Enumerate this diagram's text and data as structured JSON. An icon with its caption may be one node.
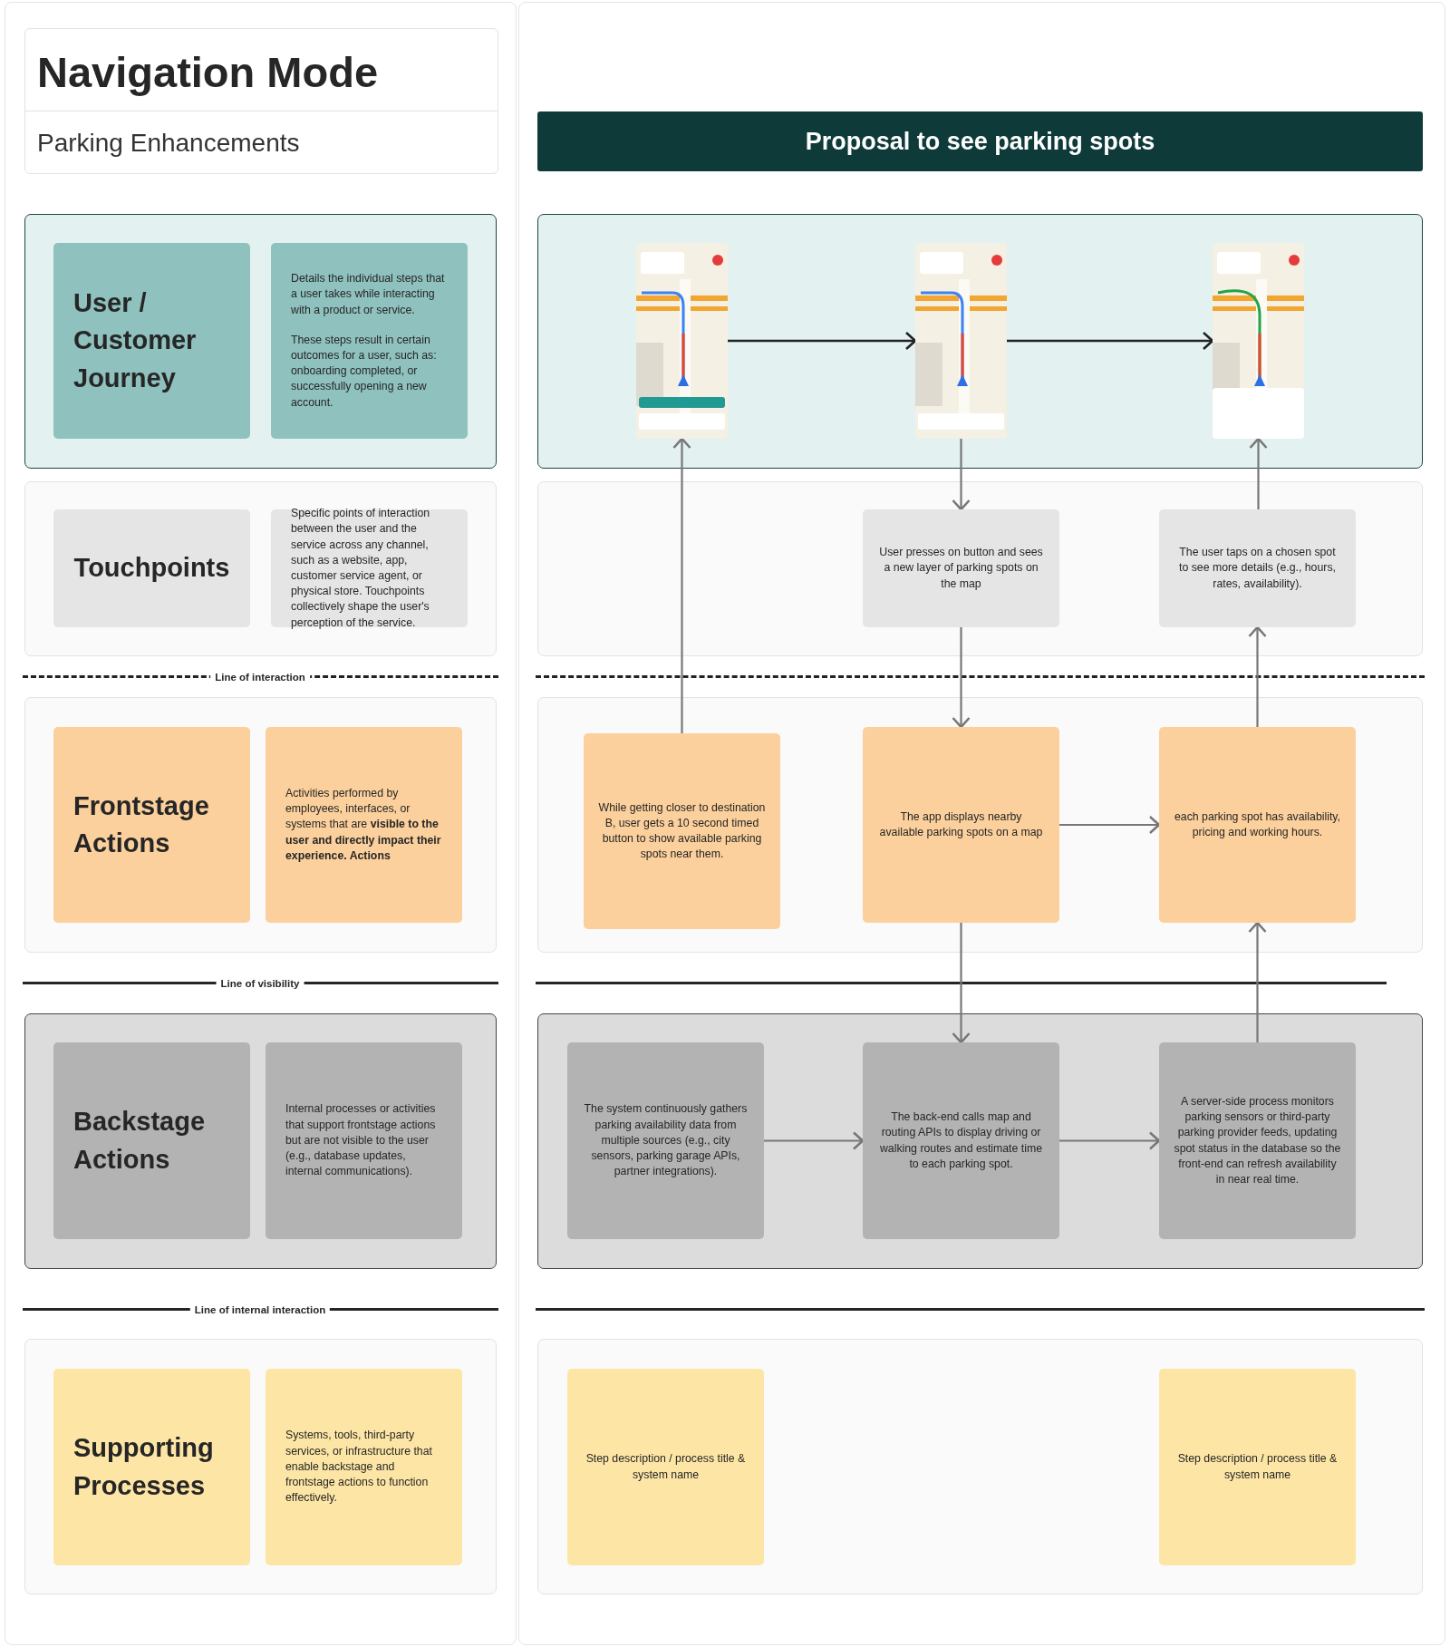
{
  "diagram": {
    "title": "Navigation Mode",
    "nodes": [
      {
        "text": [
          "Proposal to see parking spots"
        ]
      },
      {
        "text": [
          "User / Customer Journey"
        ]
      },
      {
        "text": [
          "Details the individual steps that a user takes while interacting with a product or service.",
          "These steps result in certain outcomes for a user, such as: onboarding completed, or successfully opening a new account."
        ]
      },
      {
        "text": [],
        "shape": "picture"
      },
      {
        "text": [],
        "shape": "picture"
      },
      {
        "text": [],
        "shape": "picture"
      },
      {
        "text": [
          "Touchpoints"
        ]
      },
      {
        "text": [
          "Specific points of interaction between the user and the service across any channel, such as a website, app, customer service agent, or physical store. Touchpoints collectively shape the user's perception of the service."
        ]
      },
      {
        "text": [
          "User presses on button and sees a new layer of parking spots on the map"
        ]
      },
      {
        "text": [
          "The user taps on a chosen spot to see more details (e.g., hours, rates, availability)."
        ]
      },
      {
        "text": [
          "Frontstage Actions"
        ]
      },
      {
        "text": [
          "Activities performed by employees, interfaces, or systems that are **visible to the user and directly impact their experience. Actions**"
        ]
      },
      {
        "text": [
          "While getting closer to destination B, user gets a 10 second timed button to show available parking spots near them."
        ]
      },
      {
        "text": [
          "The app displays nearby available parking spots on a map"
        ]
      },
      {
        "text": [
          "each parking spot has availability, pricing and working hours."
        ]
      },
      {
        "text": [
          "Backstage Actions"
        ]
      },
      {
        "text": [
          "Internal processes or activities that support frontstage actions but are not visible to the user (e.g., database updates, internal communications)."
        ]
      },
      {
        "text": [
          "The system continuously gathers parking availability data from multiple sources (e.g., city sensors, parking garage APIs, partner integrations)."
        ]
      },
      {
        "text": [
          "The back-end calls map and routing APIs to display driving or walking routes and estimate time to each parking spot."
        ]
      },
      {
        "text": [
          "A server-side process monitors parking sensors or third-party parking provider feeds, updating spot status in the database so the front-end can refresh availability in near real time."
        ]
      },
      {
        "text": [
          "Supporting Processes"
        ]
      },
      {
        "text": [
          "Systems, tools, third-party services, or infrastructure that enable backstage and frontstage actions to function effectively."
        ]
      },
      {
        "text": [
          "Step description / process title & system name"
        ]
      },
      {
        "text": [
          "Step description / process title & system name"
        ]
      }
    ],
    "edges": [
      {
        "from": 3,
        "to": 4,
        "arrow": "to",
        "color": "#222222"
      },
      {
        "from": 4,
        "to": 5,
        "arrow": "to",
        "color": "#222222"
      },
      {
        "from": 12,
        "to": 3,
        "arrow": "to"
      },
      {
        "from": 4,
        "to": 8,
        "arrow": "to"
      },
      {
        "from": 8,
        "to": 13,
        "arrow": "to"
      },
      {
        "from": 13,
        "to": 14,
        "arrow": "to"
      },
      {
        "from": 14,
        "to": 9,
        "arrow": "to"
      },
      {
        "from": 9,
        "to": 5,
        "arrow": "to"
      },
      {
        "from": 13,
        "to": 18,
        "arrow": "to"
      },
      {
        "from": 17,
        "to": 18,
        "arrow": "to"
      },
      {
        "from": 18,
        "to": 19,
        "arrow": "to"
      },
      {
        "from": 19,
        "to": 14,
        "arrow": "to"
      }
    ],
    "labels": [
      "Parking Enhancements",
      "Line of interaction",
      "Line of visibility",
      "Line of internal interaction"
    ]
  }
}
